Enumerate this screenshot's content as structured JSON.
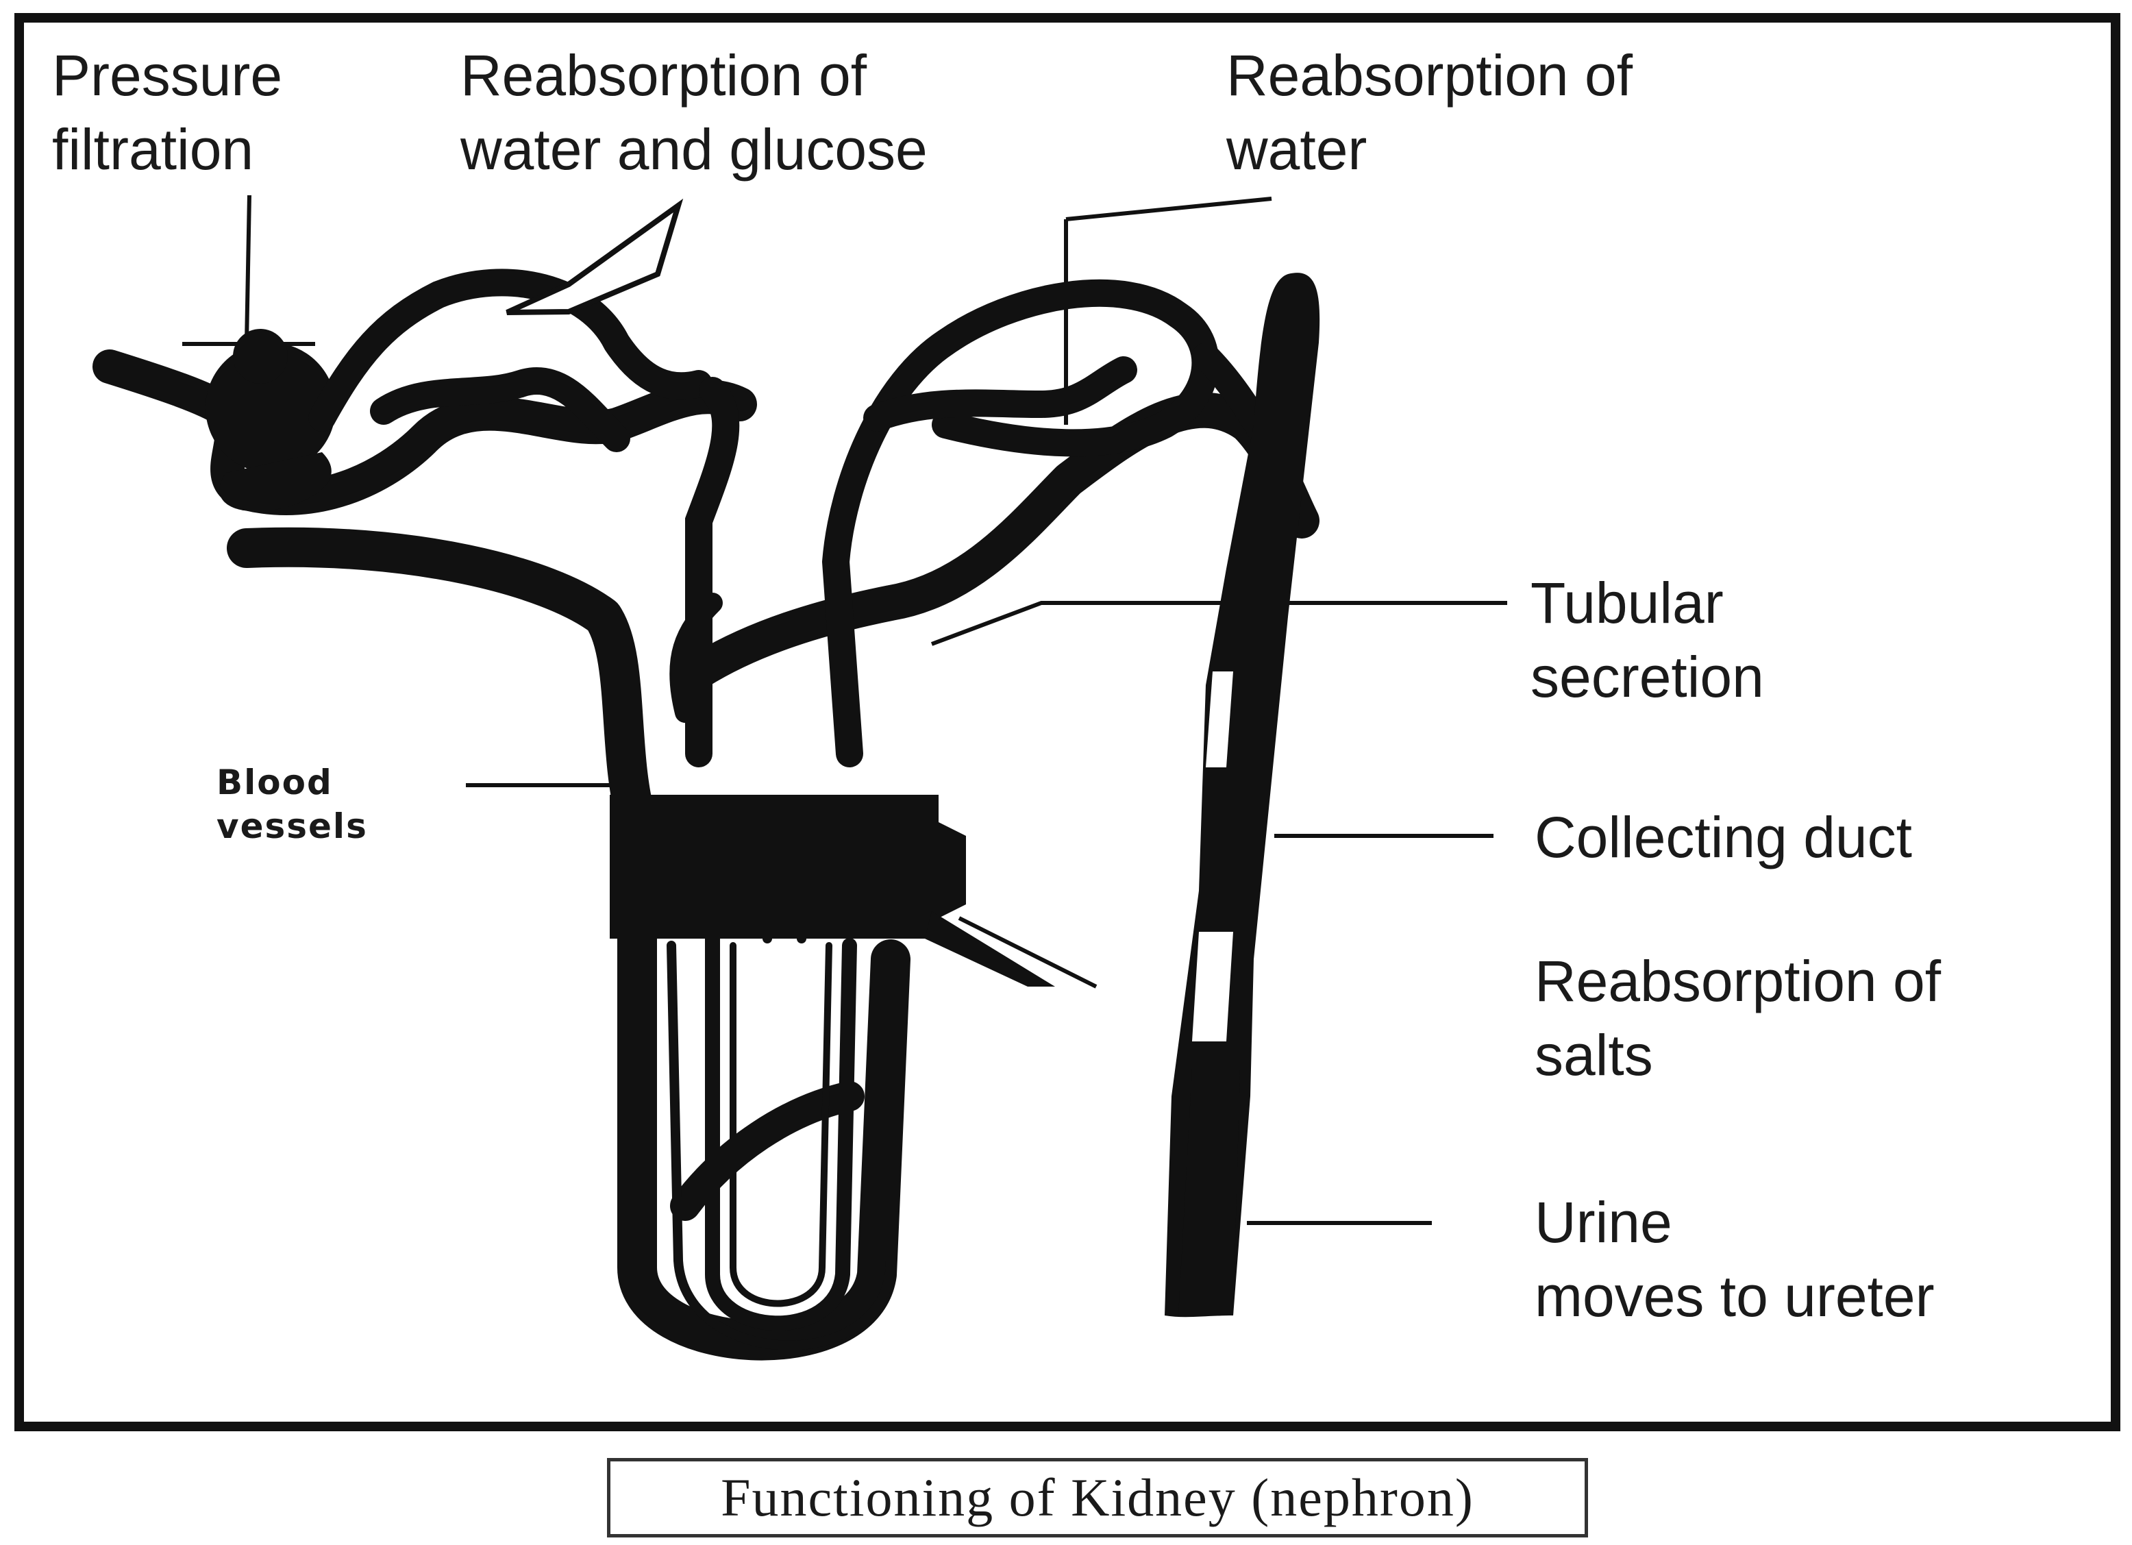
{
  "labels": {
    "pressure_filtration": "Pressure\nfiltration",
    "reabsorption_water_glucose": "Reabsorption of\nwater and glucose",
    "reabsorption_water": "Reabsorption of\nwater",
    "tubular_secretion": "Tubular\nsecretion",
    "blood_vessels": "Blood\nvessels",
    "collecting_duct": "Collecting duct",
    "reabsorption_salts": "Reabsorption of\nsalts",
    "urine": "Urine\nmoves to ureter"
  },
  "caption": "Functioning of Kidney (nephron)",
  "colors": {
    "ink": "#111111",
    "paper": "#ffffff"
  }
}
